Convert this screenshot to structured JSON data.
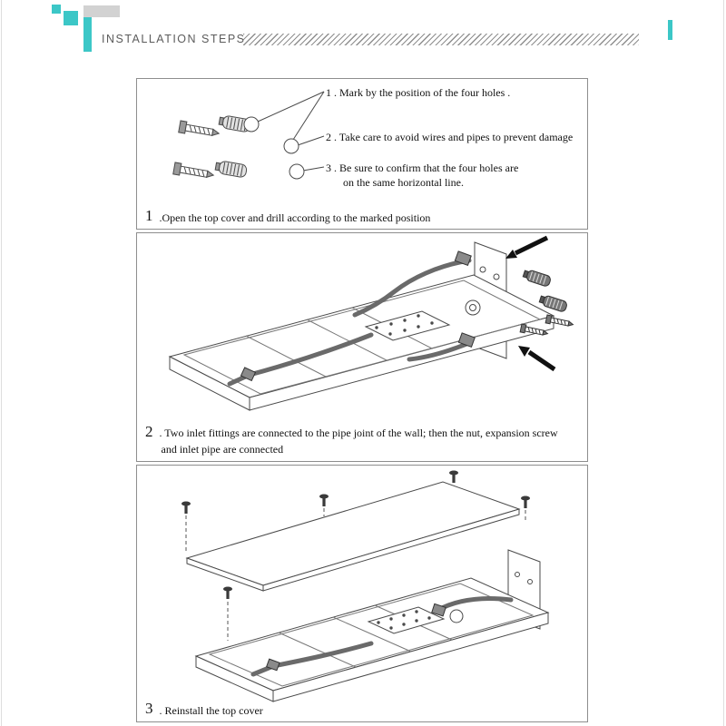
{
  "header": {
    "title": "INSTALLATION STEPS"
  },
  "colors": {
    "accent_teal": "#3cc7c7",
    "panel_border": "#8e8e8e"
  },
  "steps": {
    "s1": {
      "number": "1",
      "caption": ".Open the top cover and drill according  to the marked position",
      "note1": "1 . Mark by the position of the four holes .",
      "note2": "2 . Take care to avoid wires and pipes to prevent damage",
      "note3a": "3 . Be sure to confirm that the four holes are",
      "note3b": "on the same horizontal line."
    },
    "s2": {
      "number": "2",
      "caption1": ".  Two inlet fittings are connected to the pipe joint of the wall; then the nut, expansion screw",
      "caption2": "and inlet pipe are connected"
    },
    "s3": {
      "number": "3",
      "caption": ". Reinstall the top cover"
    }
  }
}
